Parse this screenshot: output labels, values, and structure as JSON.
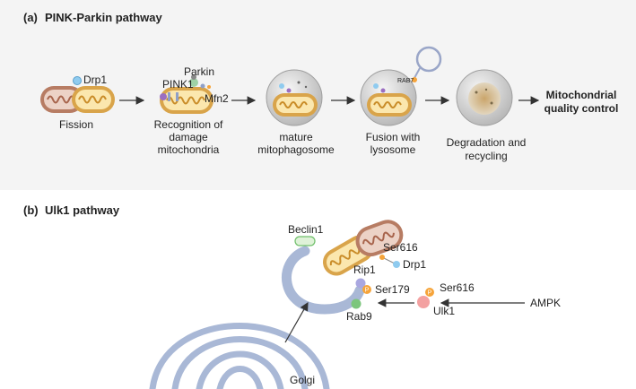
{
  "panel_a": {
    "letter": "(a)",
    "title": "PINK-Parkin pathway",
    "labels": {
      "drp1": "Drp1",
      "parkin": "Parkin",
      "pink1": "PINK1",
      "mfn2": "Mfn2",
      "rab7": "RAB7"
    },
    "steps": [
      {
        "lines": [
          "Fission"
        ]
      },
      {
        "lines": [
          "Recognition of",
          "damage",
          "mitochondria"
        ]
      },
      {
        "lines": [
          "mature",
          "mitophagosome"
        ]
      },
      {
        "lines": [
          "Fusion with",
          "lysosome"
        ]
      },
      {
        "lines": [
          "Degradation and",
          "recycling"
        ]
      }
    ],
    "outcome": [
      "Mitochondrial",
      "quality control"
    ]
  },
  "panel_b": {
    "letter": "(b)",
    "title": "Ulk1 pathway",
    "labels": {
      "beclin1": "Beclin1",
      "ser616_top": "Ser616",
      "drp1": "Drp1",
      "rip1": "Rip1",
      "ser179": "Ser179",
      "rab9": "Rab9",
      "ser616_ulk": "Ser616",
      "ulk1": "Ulk1",
      "ampk": "AMPK",
      "golgi": "Golgi",
      "p": "P"
    }
  },
  "colors": {
    "panel_a_background": "#f4f4f4",
    "mito_outer": "#d9a44a",
    "mito_inner": "#fbe7ae",
    "mito_cristae": "#c98c28",
    "mito_damaged_outer": "#b77c63",
    "mito_damaged_inner": "#ecd2c6",
    "drp1": "#8fcbef",
    "phosphate": "#f6a43a",
    "rip1": "#a9a7e0",
    "rab9": "#7cc67c",
    "ulk1": "#f3a1a1",
    "beclin1": "#b6e3b0",
    "membrane": "#a9b8d6",
    "golgi": "#a9b8d6",
    "lysosome": "#c9c9c9",
    "arrow": "#333333"
  },
  "icons": [
    "mitochondrion-icon",
    "phagophore-icon",
    "golgi-icon",
    "lysosome-icon",
    "arrow-icon"
  ]
}
